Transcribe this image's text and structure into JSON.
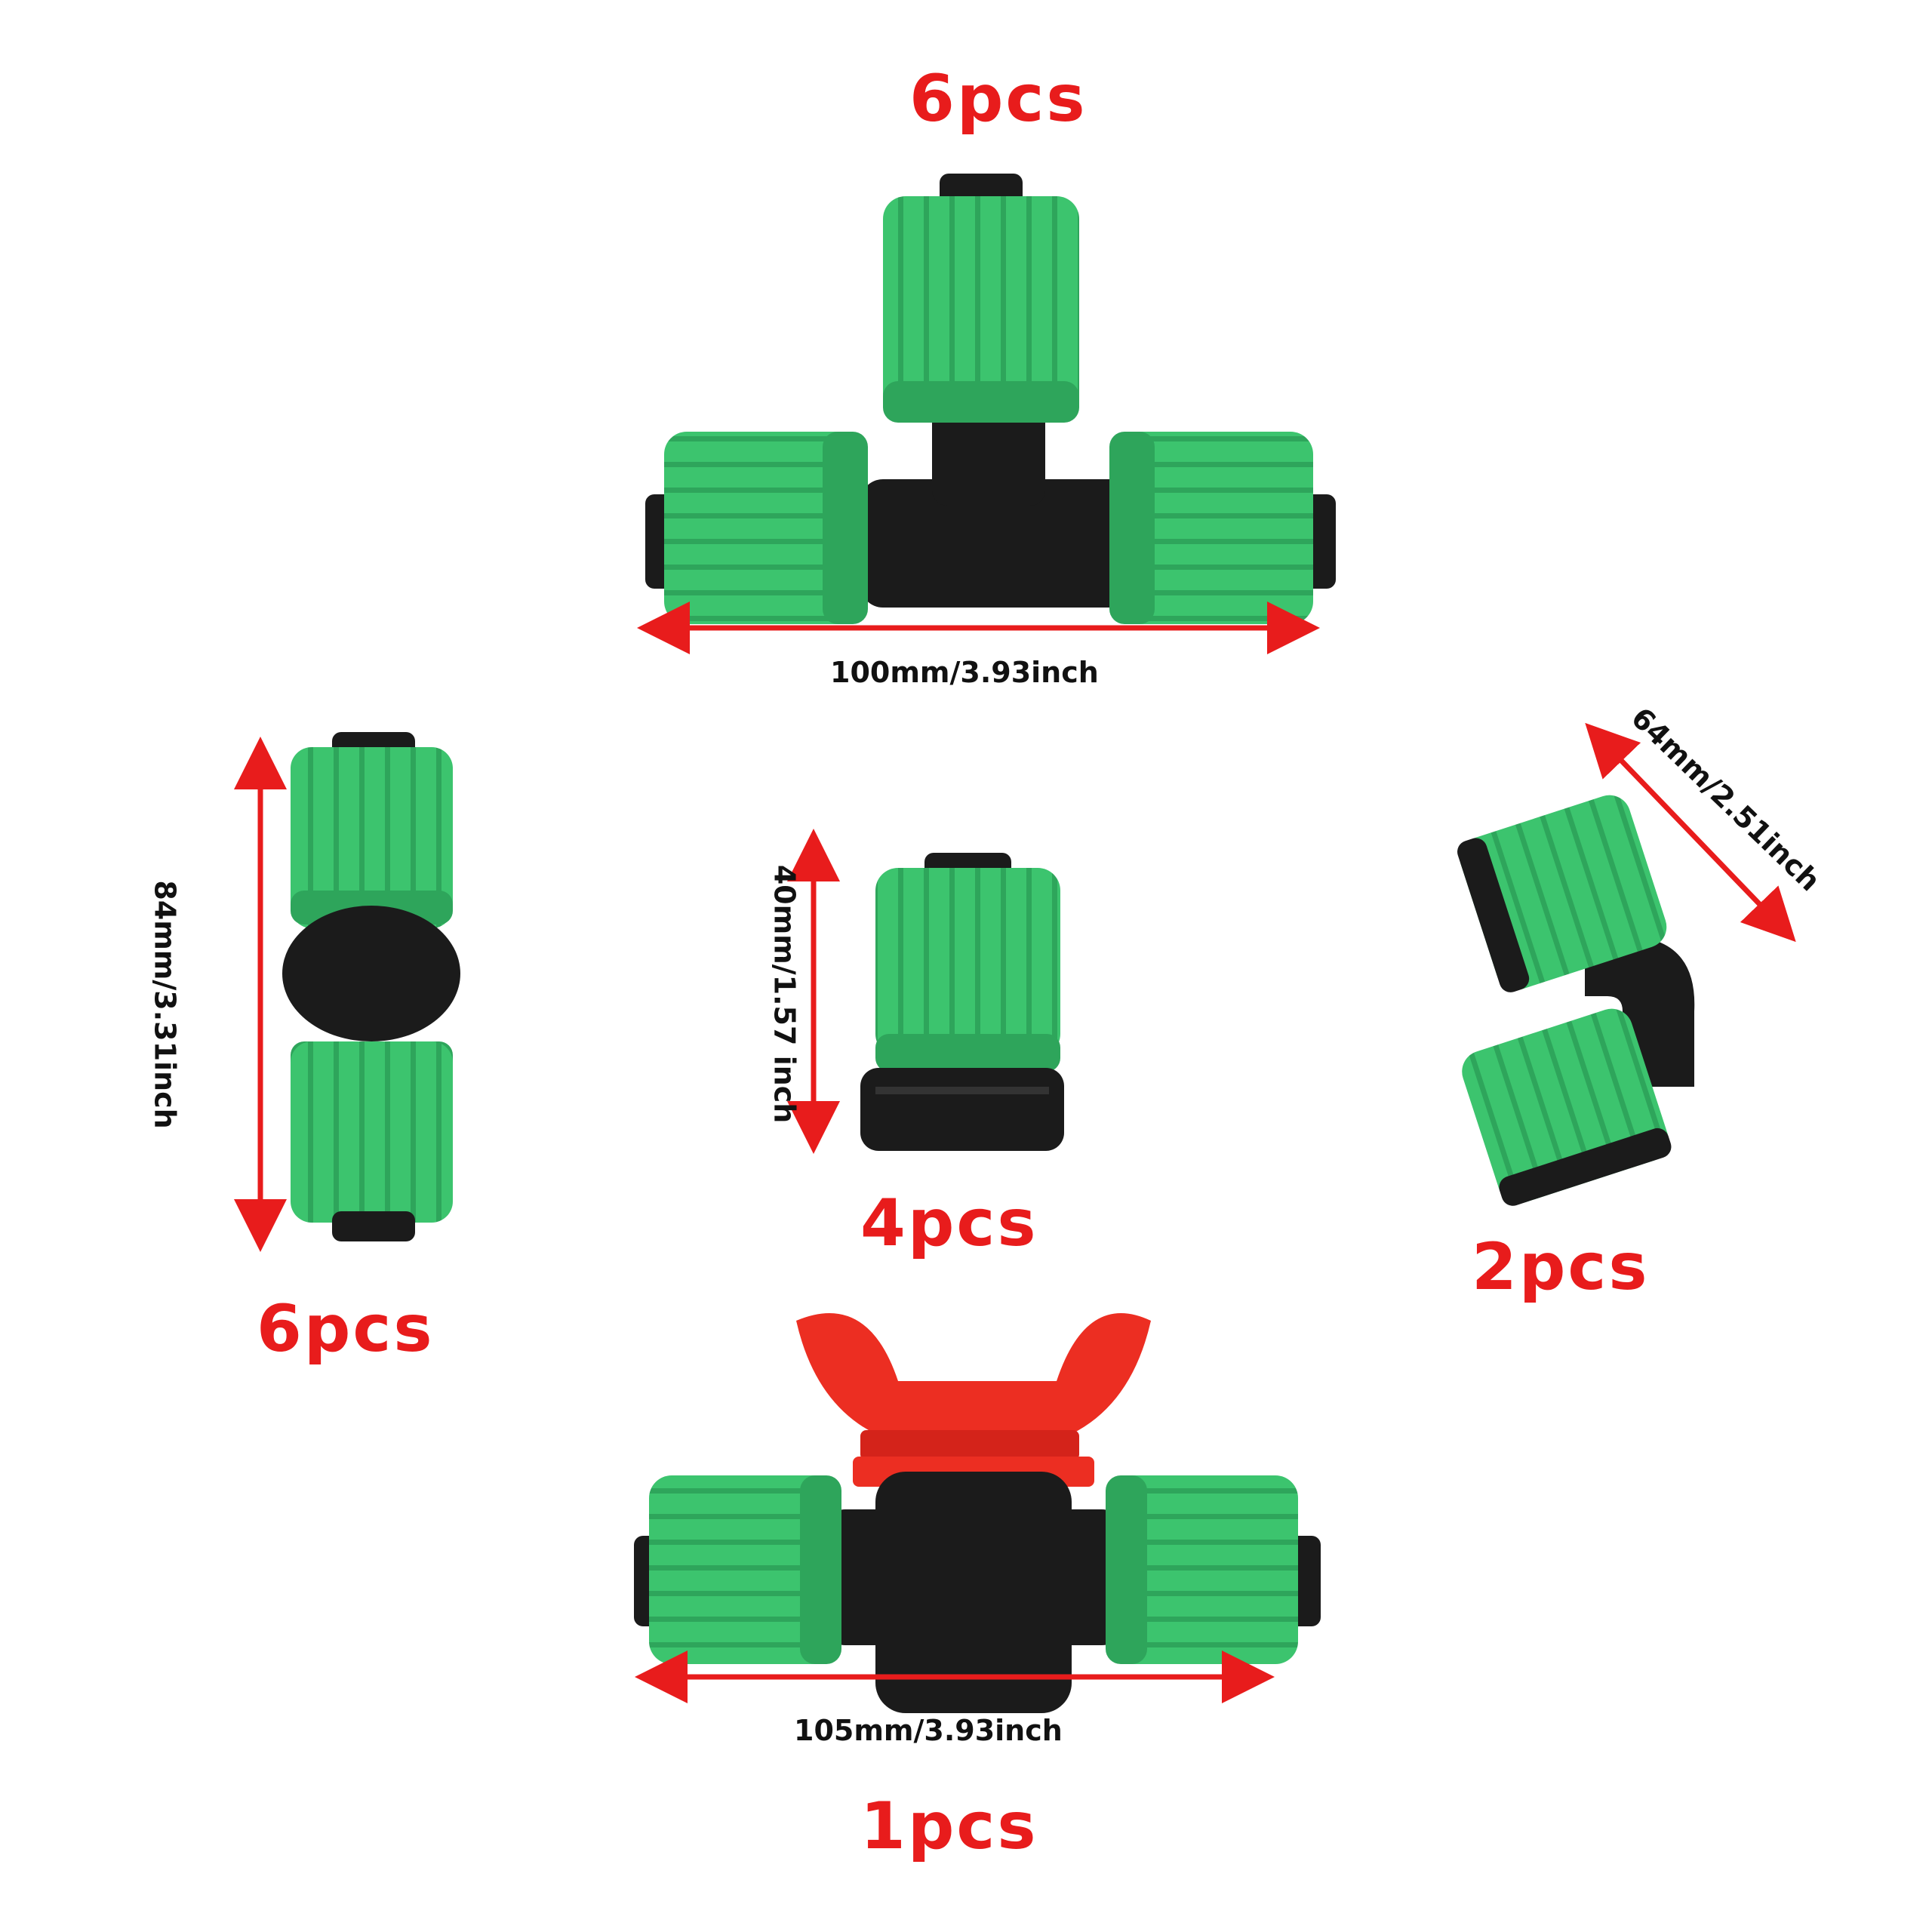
{
  "colors": {
    "green": "#3cc46e",
    "green_dark": "#1f8a45",
    "black": "#1b1b1b",
    "valve_red": "#ec2e22",
    "arrow_red": "#e81c1c",
    "text": "#111111"
  },
  "items": [
    {
      "name": "tee-connector",
      "quantity": "6pcs",
      "dimension": "100mm/3.93inch"
    },
    {
      "name": "straight-coupler",
      "quantity": "6pcs",
      "dimension": "84mm/3.31inch"
    },
    {
      "name": "end-plug",
      "quantity": "4pcs",
      "dimension": "40mm/1.57 inch"
    },
    {
      "name": "elbow-connector",
      "quantity": "2pcs",
      "dimension": "64mm/2.51inch"
    },
    {
      "name": "shut-off-valve",
      "quantity": "1pcs",
      "dimension": "105mm/3.93inch"
    }
  ]
}
